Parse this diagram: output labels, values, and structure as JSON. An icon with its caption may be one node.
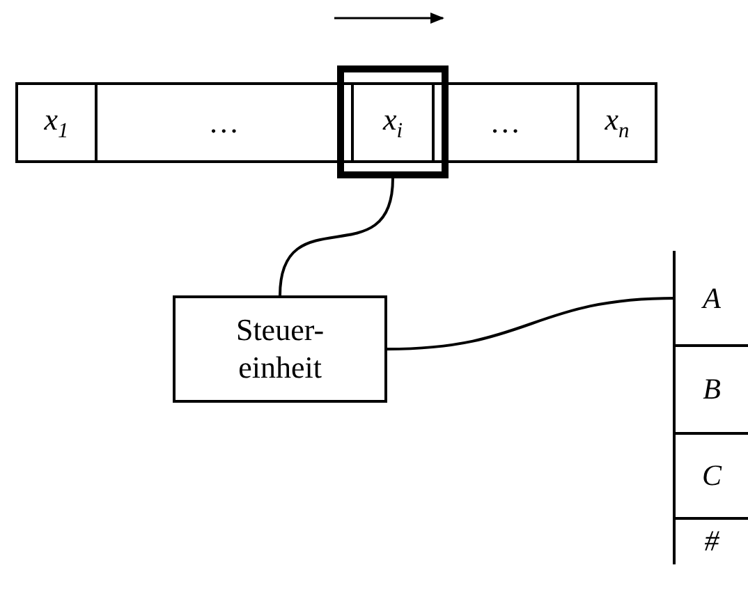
{
  "diagram": {
    "nodes": [
      {
        "text": [
          "x$_{1}$"
        ]
      },
      {
        "text": [
          "…"
        ]
      },
      {
        "text": [],
        "shape": "box"
      },
      {
        "text": [
          "x$_{i}$"
        ],
        "in": 2
      },
      {
        "text": [
          "…"
        ]
      },
      {
        "text": [
          "x$_{n}$"
        ]
      },
      {
        "text": [
          "Steuer- einheit"
        ]
      },
      {
        "text": [
          "A"
        ]
      },
      {
        "text": [
          "B"
        ]
      },
      {
        "text": [
          "C"
        ]
      },
      {
        "text": [
          "#"
        ]
      }
    ],
    "edges": [
      {
        "from": 2,
        "to": 6,
        "arrow": "none"
      },
      {
        "from": 6,
        "to": 7,
        "arrow": "none"
      }
    ]
  }
}
